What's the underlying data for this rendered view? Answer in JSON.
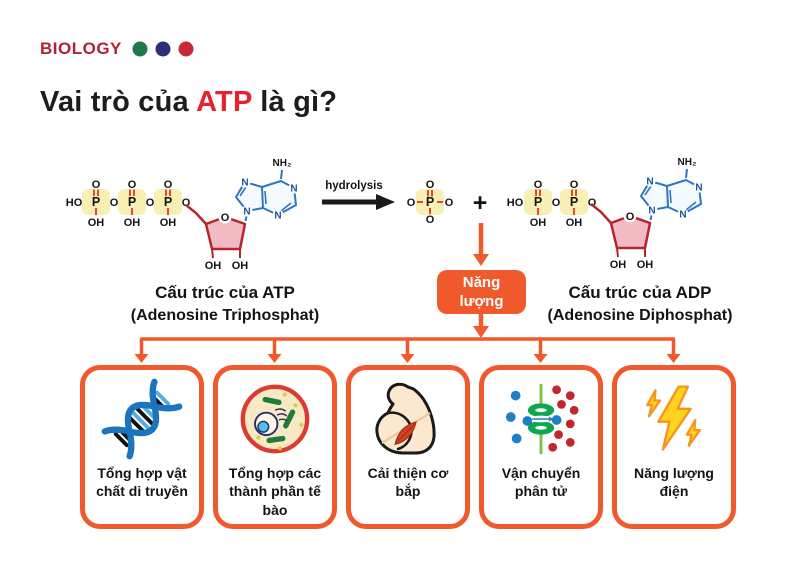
{
  "header": {
    "badge_label": "BIOLOGY",
    "dot_colors": [
      "#1E7A4A",
      "#2E2F77",
      "#C52A3B"
    ]
  },
  "title": {
    "pre": "Vai trò của ",
    "highlight": "ATP",
    "post": " là gì?"
  },
  "chem": {
    "ho": "HO",
    "p": "P",
    "o": "O",
    "oh": "OH",
    "n": "N",
    "nh2": "NH₂",
    "plus": "+"
  },
  "reaction": {
    "hydrolysis_label": "hydrolysis",
    "energy_line1": "Năng",
    "energy_line2": "lượng"
  },
  "captions": {
    "atp_line1": "Cấu trúc của ATP",
    "atp_line2": "(Adenosine Triphosphat)",
    "adp_line1": "Cấu trúc của ADP",
    "adp_line2": "(Adenosine Diphosphat)"
  },
  "roles": [
    {
      "icon": "dna-icon",
      "label": "Tổng hợp vật chất di truyền"
    },
    {
      "icon": "cell-icon",
      "label": "Tổng hợp các thành phần tế bào"
    },
    {
      "icon": "muscle-icon",
      "label": "Cải thiện cơ bắp"
    },
    {
      "icon": "molecule-transport-icon",
      "label": "Vận chuyển phân tử"
    },
    {
      "icon": "electric-energy-icon",
      "label": "Năng lượng điện"
    }
  ],
  "colors": {
    "accent_orange": "#F0592B",
    "brand_red": "#B31F33",
    "title_red": "#E8222D",
    "phosphate_yellow": "#F8EFB5",
    "bond_orange": "#D94F2B",
    "ribose_pink": "#F2BAC2",
    "ribose_red": "#B7252B",
    "adenine_blue": "#2E75C3"
  }
}
